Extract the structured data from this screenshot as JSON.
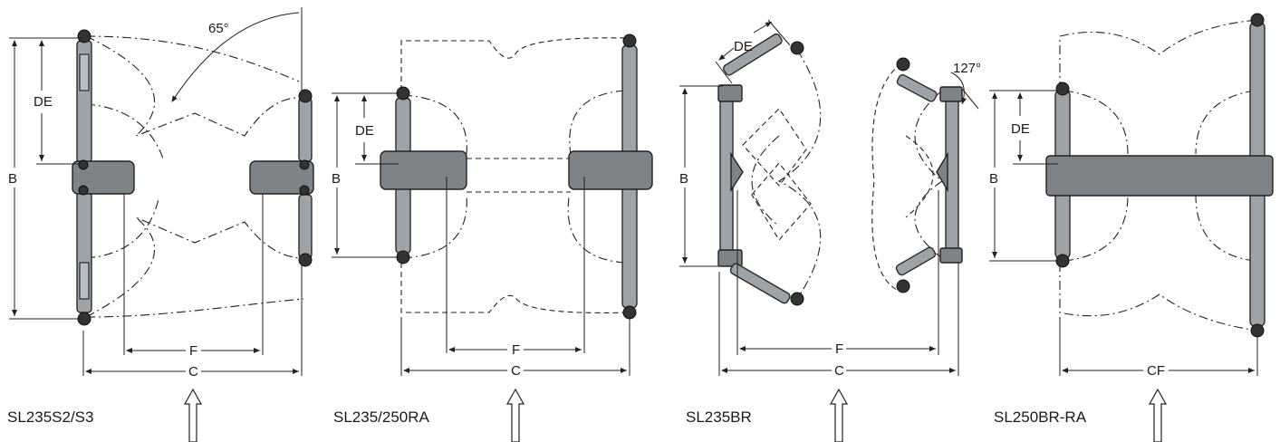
{
  "figures": [
    {
      "model": "SL235S2/S3",
      "angle_label": "65°",
      "dims": {
        "de": "DE",
        "b": "B",
        "f": "F",
        "c": "C"
      }
    },
    {
      "model": "SL235/250RA",
      "dims": {
        "de": "DE",
        "b": "B",
        "f": "F",
        "c": "C"
      }
    },
    {
      "model": "SL235BR",
      "angle_label": "127°",
      "dims": {
        "de": "DE",
        "b": "B",
        "f": "F",
        "c": "C"
      }
    },
    {
      "model": "SL250BR-RA",
      "dims": {
        "de": "DE",
        "b": "B",
        "cf": "CF"
      }
    }
  ]
}
